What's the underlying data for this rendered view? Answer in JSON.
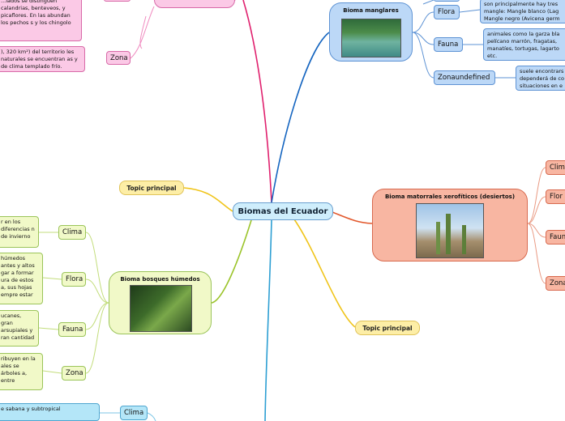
{
  "center": {
    "title": "Biomas del Ecuador"
  },
  "topics": {
    "left": "Topic principal",
    "bottom": "Topic principal"
  },
  "pink_branch": {
    "desc_top": "...lados se distinguen calandrias, benteveos, y picaflores. En las abundan los pechos s y los chingolo",
    "zona_label": "Zona",
    "zona_desc": "), 320 km²) del territorio les naturales se encuentran as y de clima templado frío."
  },
  "manglares": {
    "title": "Bioma manglares",
    "flora_label": "Flora",
    "flora_desc": "son principalmente hay tres mangle: Mangle blanco (Lag Mangle negro (Avicena germ",
    "fauna_label": "Fauna",
    "fauna_desc": "animales como la garza bla pelícano marrón, fragatas, manatíes, tortugas, lagarto etc.",
    "zona_label": "Zonaundefined",
    "zona_desc": "suele encontrars dependerá de co situaciones en e"
  },
  "xerofiticos": {
    "title": "Bioma matorrales xerofíticos (desiertos)",
    "labels": [
      "Clim",
      "Flor",
      "Faun",
      "Zona"
    ]
  },
  "humedos": {
    "title": "Bioma bosques húmedos",
    "clima_label": "Clima",
    "clima_desc": "r en los diferencias n de invierno",
    "flora_label": "Flora",
    "flora_desc": "húmedos antes y altos gar a formar ura de estos a, sus hojas empre estar",
    "fauna_label": "Fauna",
    "fauna_desc": "ucanes, gran arsupiales y ran cantidad",
    "zona_label": "Zona",
    "zona_desc": "ribuyen en la ales se árboles a, entre"
  },
  "bottom_branch": {
    "desc": "e sabana y subtropical",
    "clima_label": "Clima"
  },
  "colors": {
    "pink": "#e0216e",
    "blue": "#1565c0",
    "green": "#9bc42a",
    "salmon": "#e2572b",
    "yellow": "#f0c419",
    "cyan": "#2d9fd3"
  }
}
